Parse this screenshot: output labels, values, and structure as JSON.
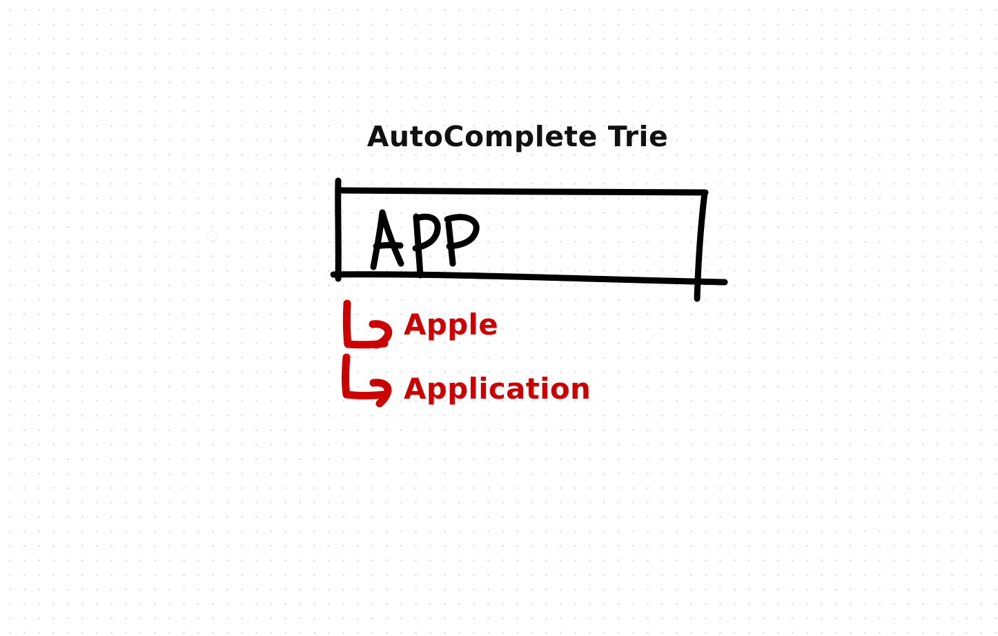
{
  "title": "AutoComplete Trie",
  "input": {
    "value": "APP"
  },
  "suggestions": [
    {
      "label": "Apple",
      "arrow_icon": "hand-drawn-arrow-icon"
    },
    {
      "label": "Application",
      "arrow_icon": "hand-drawn-arrow-icon"
    }
  ],
  "colors": {
    "ink": "#000000",
    "suggestion": "#cc0000",
    "title": "#111111"
  }
}
